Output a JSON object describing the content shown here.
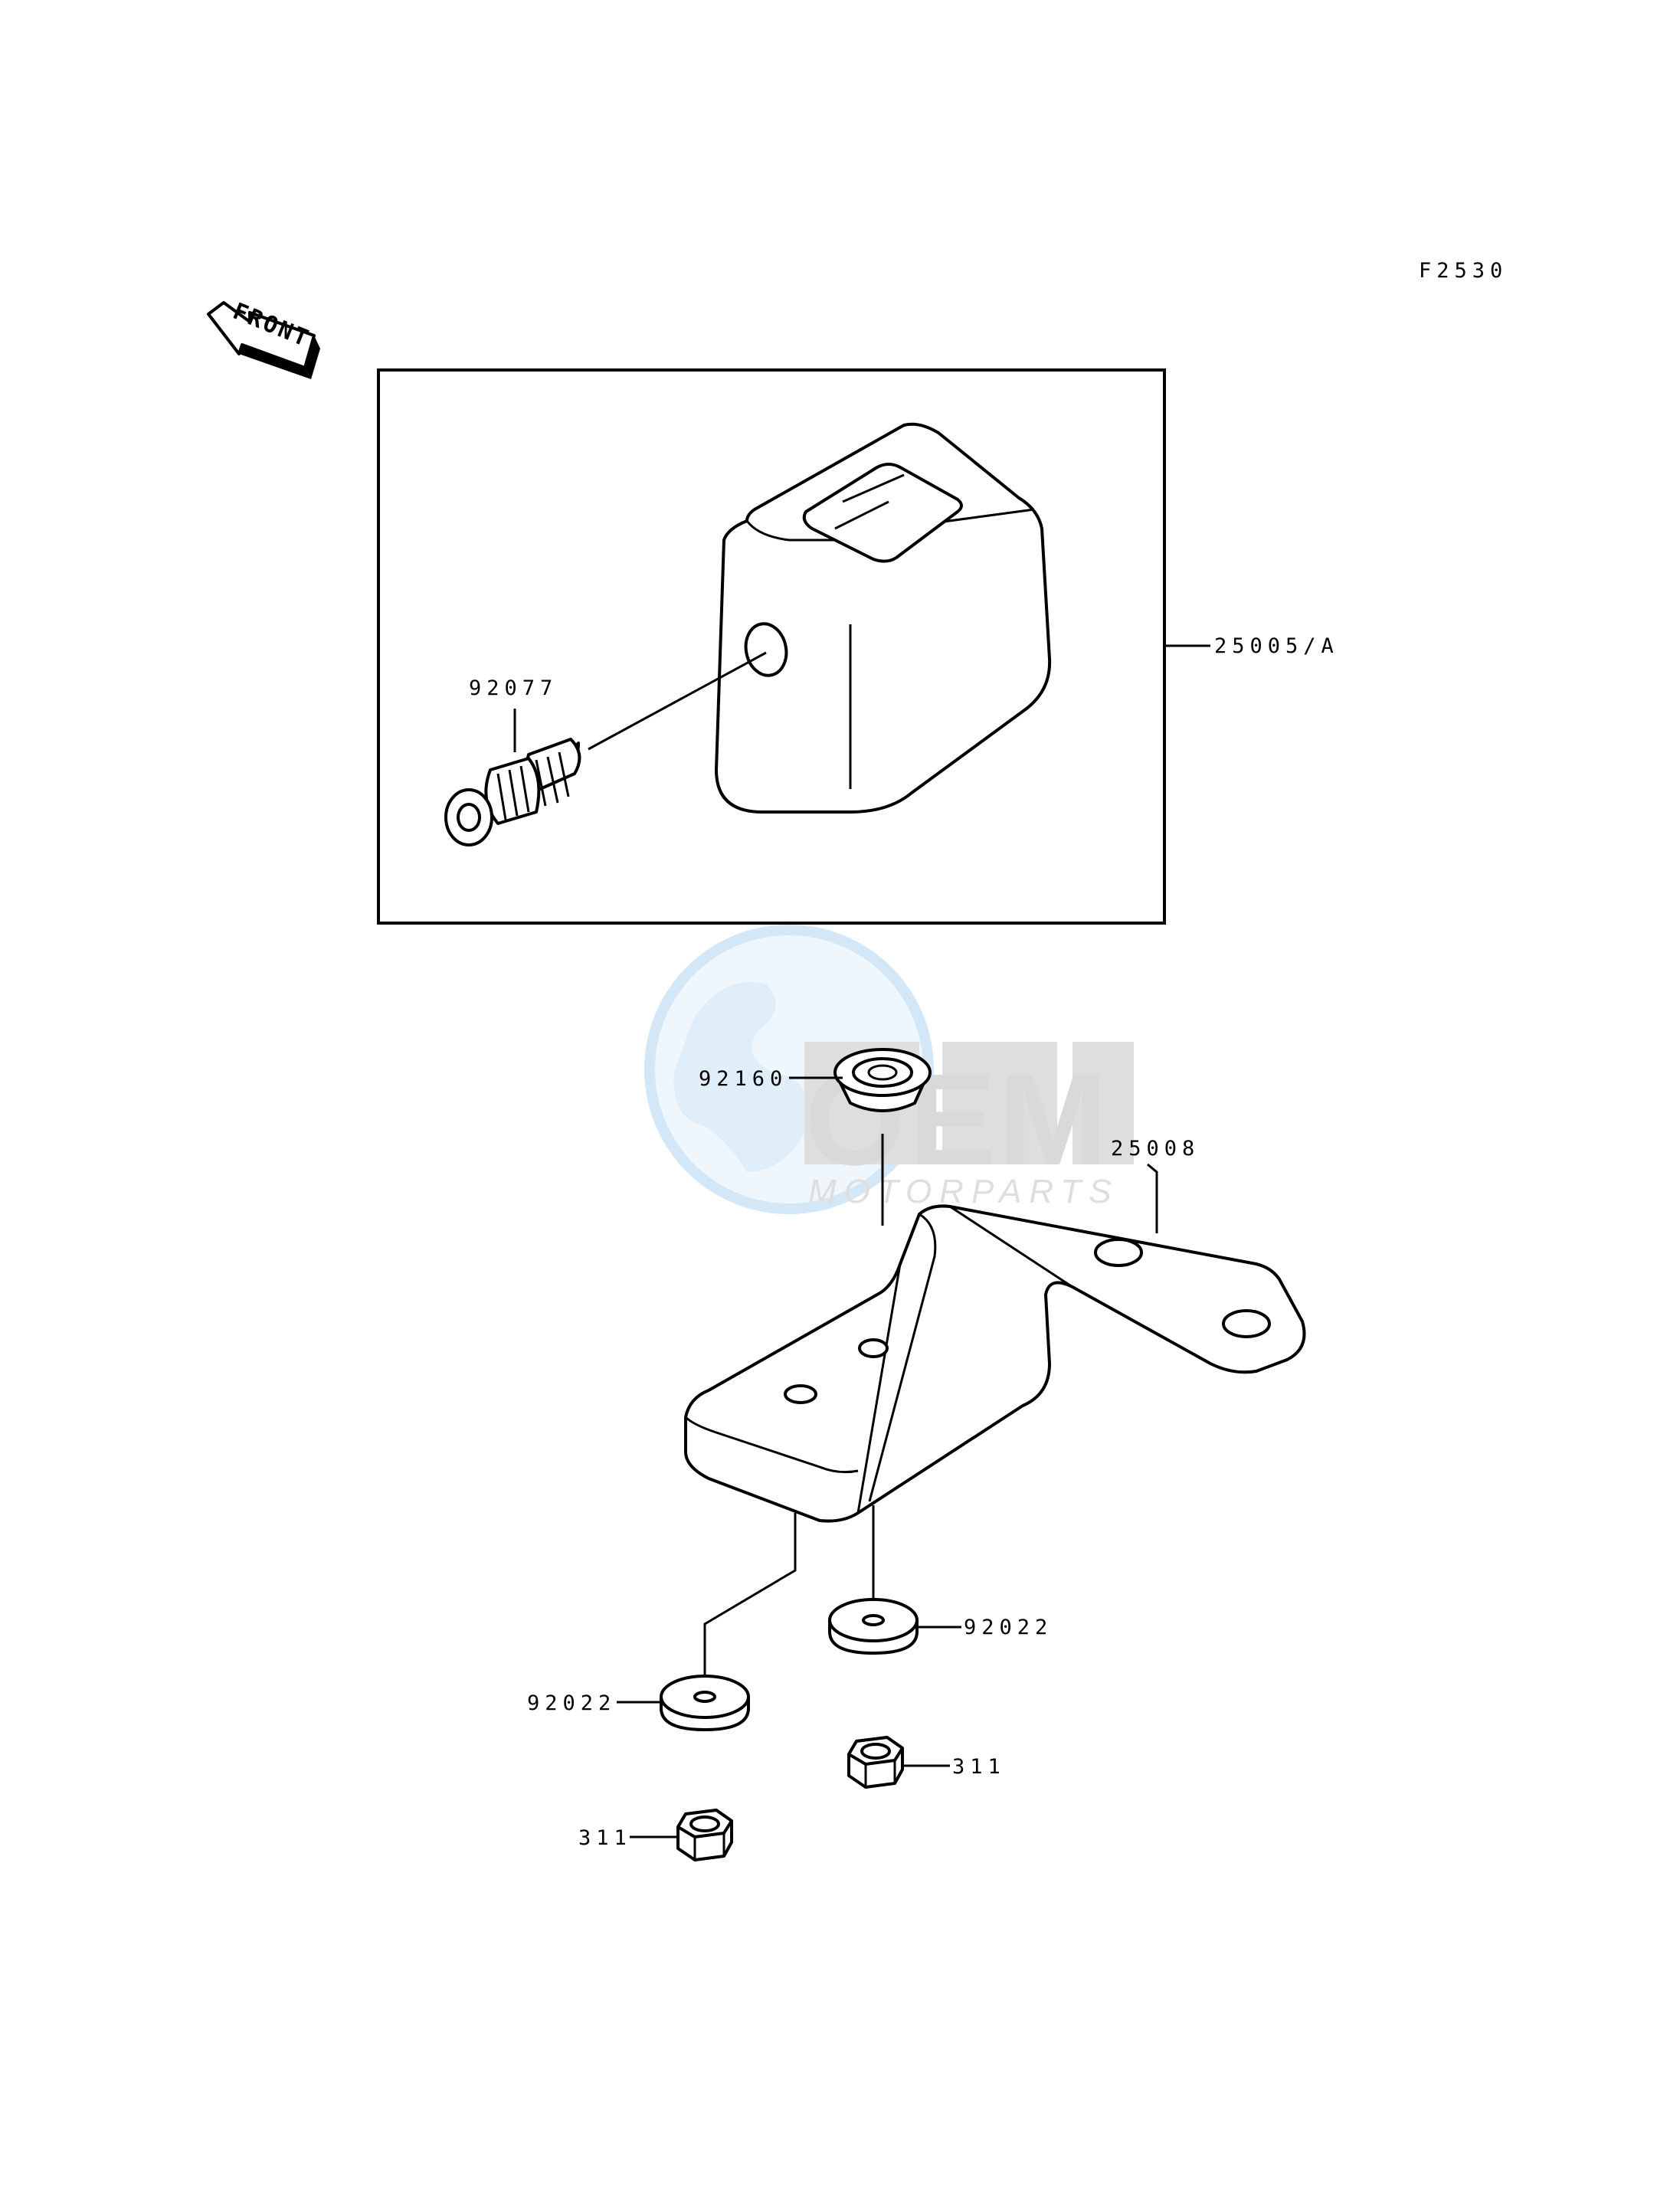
{
  "diagram": {
    "code": "F2530",
    "front_label": "FRONT",
    "parts": {
      "meter": "25005/A",
      "gear": "92077",
      "grommet": "92160",
      "bracket": "25008",
      "washer_right": "92022",
      "washer_left": "92022",
      "nut_right": "311",
      "nut_left": "311"
    },
    "watermark": {
      "logo_text": "OEM",
      "sub_text": "MOTORPARTS"
    }
  }
}
